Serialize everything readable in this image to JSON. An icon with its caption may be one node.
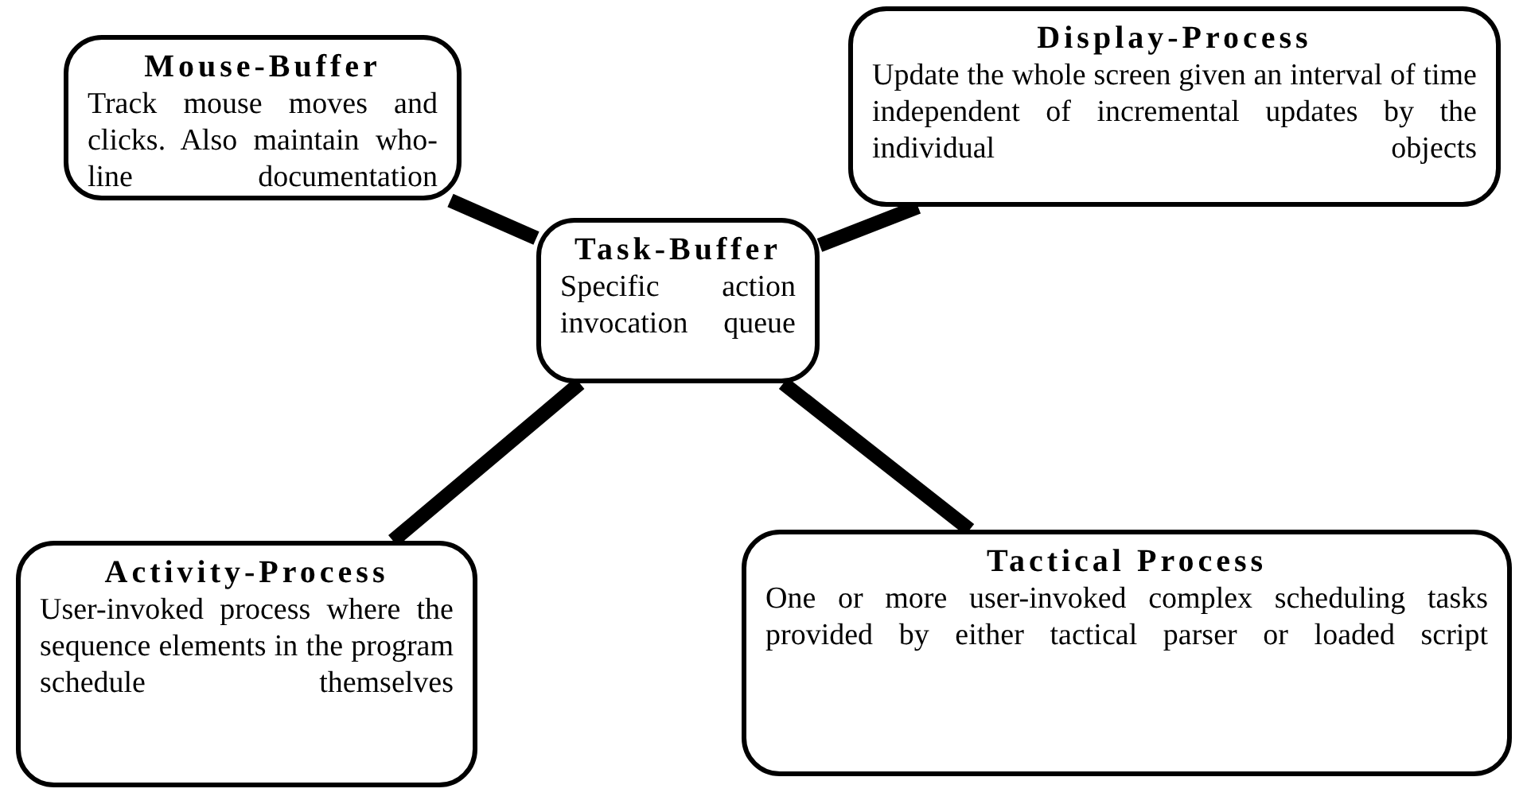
{
  "diagram": {
    "nodes": [
      {
        "text": [
          "Mouse-Buffer",
          "Track mouse moves and clicks. Also maintain who-line documentation"
        ]
      },
      {
        "text": [
          "Display-Process",
          "Update the whole screen given an interval of time independent of incremental updates by the individual objects"
        ]
      },
      {
        "text": [
          "Task-Buffer",
          "Specific action invocation queue"
        ]
      },
      {
        "text": [
          "Activity-Process",
          "User-invoked process where the sequence elements in the program schedule themselves"
        ]
      },
      {
        "text": [
          "Tactical Process",
          "One or more user-invoked complex scheduling tasks provided by either tactical parser or loaded script"
        ]
      }
    ],
    "edges": [
      {
        "from": 2,
        "to": 0,
        "arrow": "none"
      },
      {
        "from": 2,
        "to": 1,
        "arrow": "none"
      },
      {
        "from": 2,
        "to": 3,
        "arrow": "none"
      },
      {
        "from": 2,
        "to": 4,
        "arrow": "none"
      }
    ]
  }
}
